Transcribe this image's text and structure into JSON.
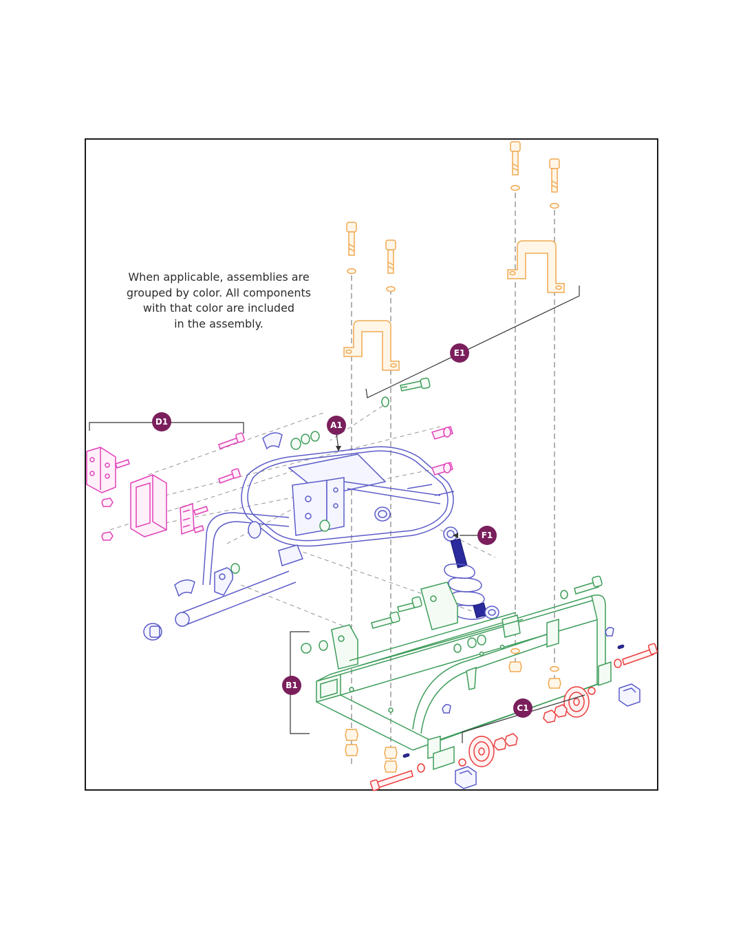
{
  "note": {
    "lines": [
      "When applicable, assemblies are",
      "grouped by color. All components",
      "with that color are included",
      "in the assembly."
    ]
  },
  "callouts": {
    "a1": "A1",
    "b1": "B1",
    "c1": "C1",
    "d1": "D1",
    "e1": "E1",
    "f1": "F1"
  },
  "colors": {
    "badge": "#7a1f5c",
    "assembly_a": "#5b5bc8",
    "assembly_b": "#3d9c5a",
    "assembly_c": "#ea3b3b",
    "assembly_d": "#e040b8",
    "assembly_e": "#f0a850",
    "assembly_f": "#2a2a9c"
  }
}
